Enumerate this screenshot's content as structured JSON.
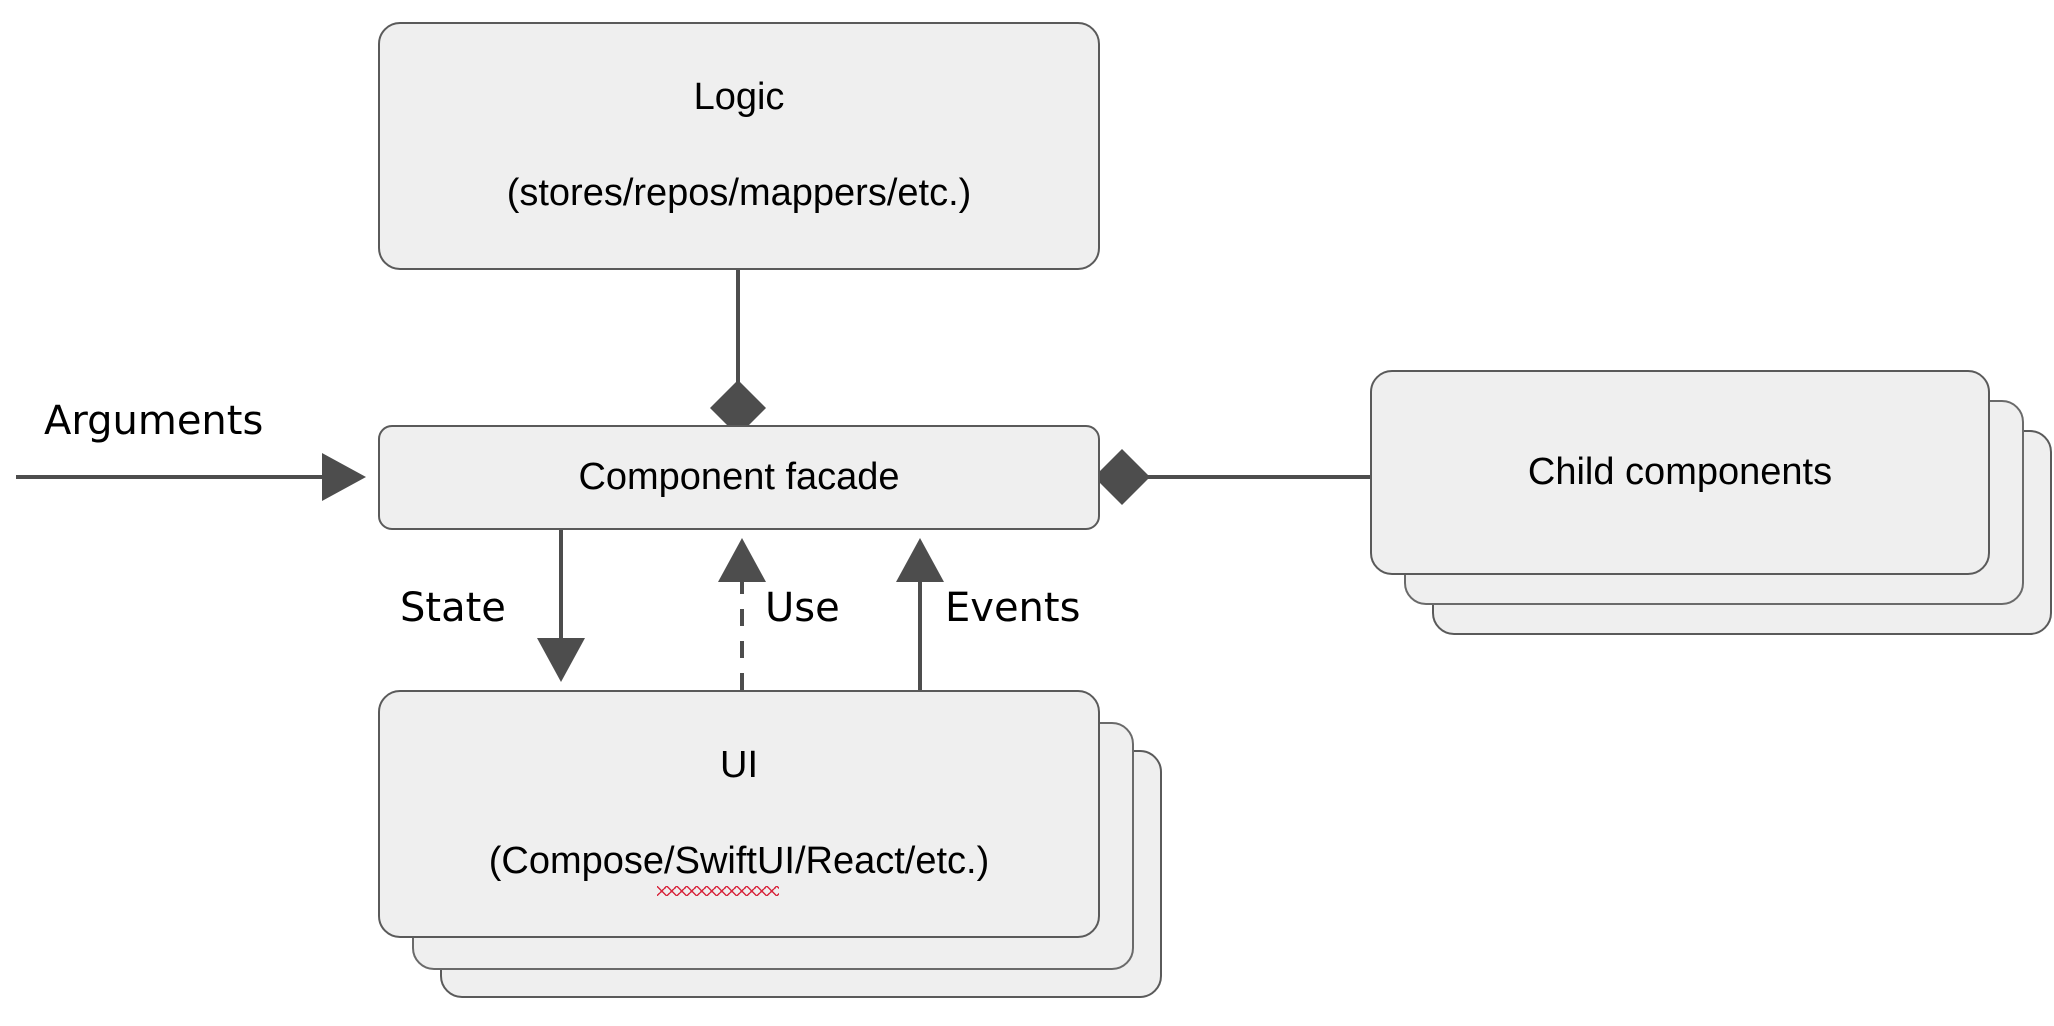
{
  "diagram": {
    "title": "Component architecture diagram",
    "background_color": "#ffffff",
    "node_fill": "#efefef",
    "node_border": "#5a5a5a",
    "edge_color": "#4d4d4d",
    "spellcheck_underline_color": "#d7263d"
  },
  "nodes": {
    "logic": {
      "title": "Logic",
      "subtitle": "(stores/repos/mappers/etc.)",
      "stacked": false
    },
    "facade": {
      "title": "Component facade",
      "stacked": false
    },
    "ui": {
      "title": "UI",
      "subtitle": "(Compose/SwiftUI/React/etc.)",
      "stacked": true,
      "stack_count": 3
    },
    "children": {
      "title": "Child components",
      "stacked": true,
      "stack_count": 3
    }
  },
  "edges": {
    "arguments": {
      "label": "Arguments",
      "arrow": "open-arrow",
      "direction": "right"
    },
    "logic_to_facade": {
      "label": "",
      "arrow": "filled-diamond",
      "direction": "down"
    },
    "children_to_facade": {
      "label": "",
      "arrow": "filled-diamond",
      "direction": "left"
    },
    "state": {
      "label": "State",
      "arrow": "filled-arrow",
      "direction": "down",
      "style": "solid"
    },
    "use": {
      "label": "Use",
      "arrow": "filled-arrow",
      "direction": "up",
      "style": "dashed"
    },
    "events": {
      "label": "Events",
      "arrow": "filled-arrow",
      "direction": "up",
      "style": "solid"
    }
  }
}
